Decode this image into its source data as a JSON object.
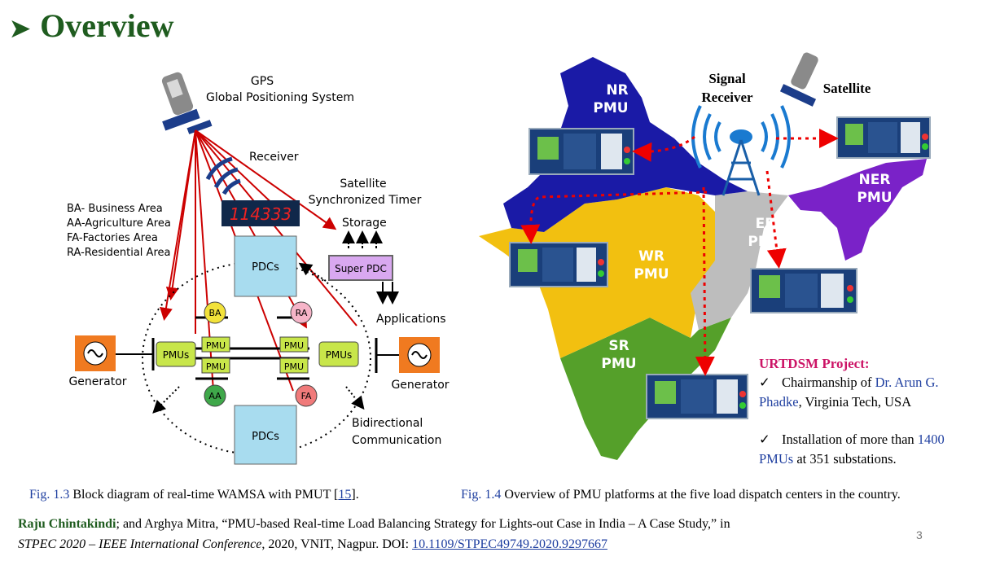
{
  "slide": {
    "title": "Overview",
    "page_number": "3"
  },
  "left_diagram": {
    "gps_line1": "GPS",
    "gps_line2": "Global Positioning System",
    "receiver": "Receiver",
    "satellite_timer_line1": "Satellite",
    "satellite_timer_line2": "Synchronized Timer",
    "timer_display": "114333",
    "storage": "Storage",
    "super_pdc": "Super PDC",
    "applications": "Applications",
    "legend": [
      "BA- Business Area",
      "AA-Agriculture Area",
      "FA-Factories Area",
      "RA-Residential Area"
    ],
    "pdcs": "PDCs",
    "pmus": "PMUs",
    "pmu": "PMU",
    "ba": "BA",
    "ra": "RA",
    "aa": "AA",
    "fa": "FA",
    "generator": "Generator",
    "bidirectional_line1": "Bidirectional",
    "bidirectional_line2": "Communication"
  },
  "right_diagram": {
    "signal_line1": "Signal",
    "signal_line2": "Receiver",
    "satellite": "Satellite",
    "regions": {
      "nr_line1": "NR",
      "nr_line2": "PMU",
      "ner_line1": "NER",
      "ner_line2": "PMU",
      "er_line1": "ER",
      "er_line2": "PMU",
      "wr_line1": "WR",
      "wr_line2": "PMU",
      "sr_line1": "SR",
      "sr_line2": "PMU"
    },
    "colors": {
      "nr": "#1a1aa6",
      "ner": "#7a22c8",
      "er": "#bdbdbd",
      "wr": "#f2c010",
      "sr": "#55a02a"
    }
  },
  "urtdsm": {
    "title": "URTDSM Project:",
    "b1_pre": "Chairmanship of ",
    "b1_hl": "Dr. Arun G. Phadke",
    "b1_post": ", Virginia Tech, USA",
    "b2_pre": "Installation of more than ",
    "b2_hl": "1400 PMUs",
    "b2_post": " at 351 substations."
  },
  "captions": {
    "fig13_label": "Fig. 1.3",
    "fig13_text": " Block diagram of real-time WAMSA with PMUT [",
    "fig13_ref": "15",
    "fig13_end": "].",
    "fig14_label": "Fig. 1.4",
    "fig14_text": " Overview of PMU platforms at the five load dispatch centers in the country."
  },
  "citation": {
    "author": "Raju Chintakindi",
    "line1_rest": "; and Arghya Mitra, “PMU-based Real-time Load Balancing Strategy for Lights-out Case in India – A Case Study,” in",
    "venue": "STPEC 2020 – IEEE International Conference",
    "line2_rest": ", 2020, VNIT, Nagpur. DOI: ",
    "doi": "10.1109/STPEC49749.2020.9297667"
  }
}
